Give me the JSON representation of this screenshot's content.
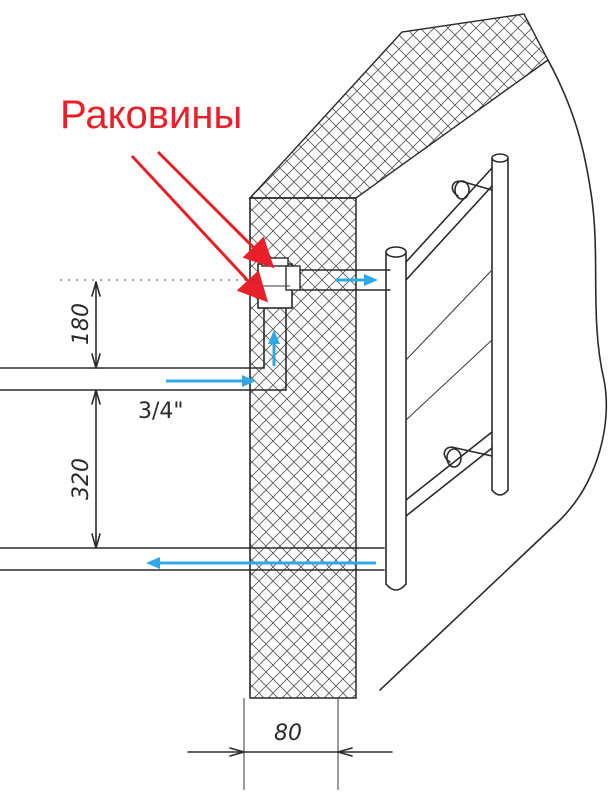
{
  "callout_label": "Раковины",
  "dimensions": {
    "upper_height": "180",
    "lower_height": "320",
    "pipe_size": "3/4\"",
    "wall_thickness": "80"
  },
  "colors": {
    "callout": "#e8202a",
    "flow_arrows": "#2fa9e6",
    "ink": "#2b2b2b"
  }
}
